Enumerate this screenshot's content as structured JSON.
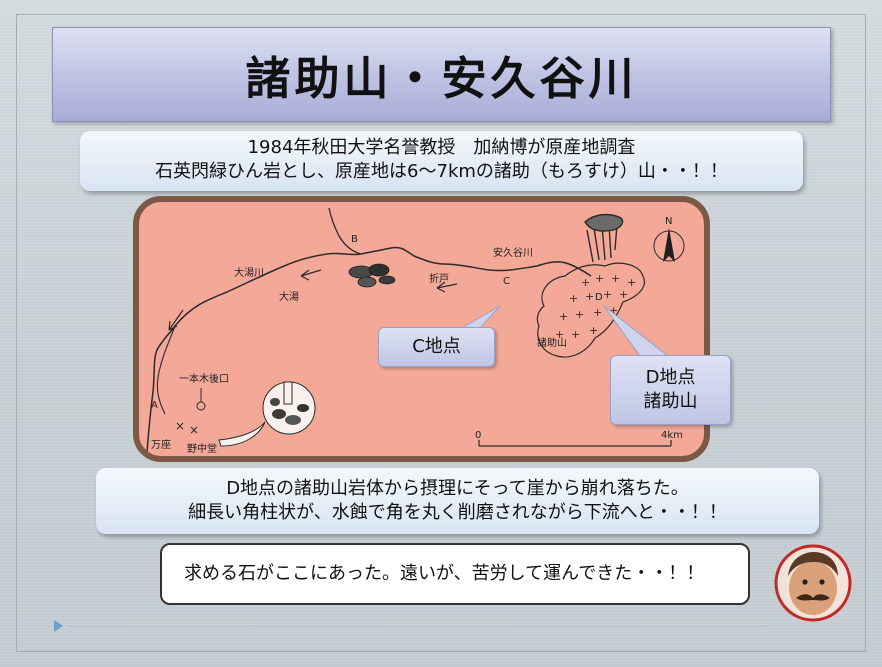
{
  "title": "諸助山・安久谷川",
  "info_top": {
    "line1": "1984年秋田大学名誉教授　加納博が原産地調査",
    "line2": "石英閃緑ひん岩とし、原産地は6～7kmの諸助（もろすけ）山・・！！"
  },
  "map": {
    "labels": {
      "A": "A",
      "B": "B",
      "C": "C",
      "D": "D",
      "north": "N",
      "oyugawa": "大湯川",
      "oyu": "大湯",
      "orito": "折戸",
      "akudanigawa": "安久谷川",
      "morosukeyama": "諸助山",
      "ipponkigoguchi": "一本木後口",
      "manza": "万座",
      "nonakado": "野中堂",
      "scale_zero": "0",
      "scale_end": "4km"
    }
  },
  "callouts": {
    "c_point": "C地点",
    "d_point_line1": "D地点",
    "d_point_line2": "諸助山"
  },
  "info_mid": {
    "line1": "D地点の諸助山岩体から摂理にそって崖から崩れ落ちた。",
    "line2": "細長い角柱状が、水蝕で角を丸く削磨されながら下流へと・・！！"
  },
  "speech": "求める石がここにあった。遠いが、苦労して運んできた・・！！",
  "colors": {
    "title_bar": "#bfc4e4",
    "map_bg": "#f4a898",
    "map_border": "#7b5945",
    "info_box": "#d8e4f2",
    "avatar_ring": "#c0282a"
  }
}
